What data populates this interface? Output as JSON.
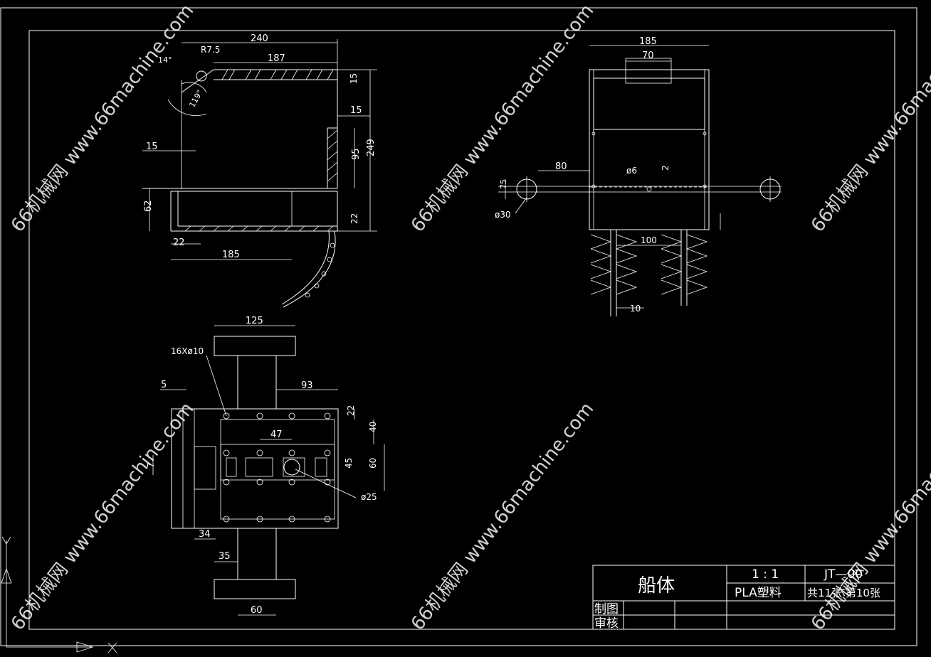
{
  "title_block": {
    "part_name": "船体",
    "scale": "1 : 1",
    "drawing_no": "JT—00",
    "material": "PLA塑料",
    "sheet_info": "共11张 第10张",
    "row_drawn": "制图",
    "row_checked": "审核"
  },
  "watermark": "66机械网 www.66machine.com",
  "dims": {
    "d240": "240",
    "d187": "187",
    "r75": "R7.5",
    "a14": "14°",
    "a119": "119°",
    "d15a": "15",
    "d15b": "15",
    "d15c": "15",
    "d249": "249",
    "d95": "95",
    "d62": "62",
    "d22a": "22",
    "d22b": "22",
    "d185a": "185",
    "d185b": "185",
    "d70": "70",
    "d80": "80",
    "phi6": "ø6",
    "d2": "2",
    "d75": "75",
    "phi30": "ø30",
    "d100": "100",
    "d10": "10",
    "d125": "125",
    "holes": "16Xø10",
    "d5": "5",
    "d93": "93",
    "d22c": "22",
    "d40": "40",
    "d47": "47",
    "d7": "7",
    "d45": "45",
    "d60a": "60",
    "phi25": "ø25",
    "d34": "34",
    "d35": "35",
    "d60b": "60"
  }
}
